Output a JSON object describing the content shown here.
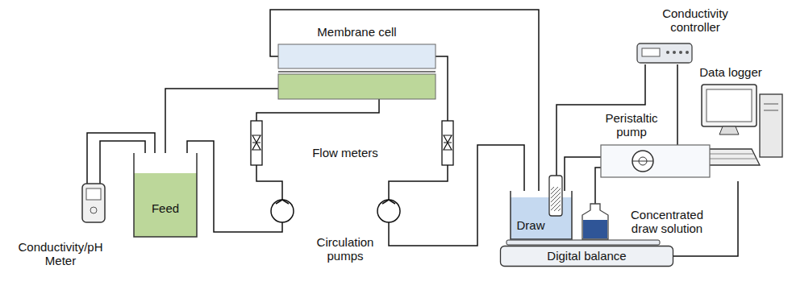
{
  "diagram": {
    "nodes": [
      {
        "text": [
          "Conductivity controller"
        ]
      },
      {
        "text": [
          "Membrane cell"
        ]
      },
      {
        "text": [
          "Data logger"
        ]
      },
      {
        "text": [
          "Peristaltic pump"
        ]
      },
      {
        "text": [
          "Feed"
        ]
      },
      {
        "text": [
          "Draw"
        ]
      },
      {
        "text": [
          "Concentrated draw solution"
        ]
      },
      {
        "text": [
          "Conductivity/pH Meter"
        ]
      },
      {
        "text": [
          "Digital balance"
        ]
      }
    ],
    "edges": [
      {
        "from": 4,
        "to": 1,
        "arrow": "none"
      },
      {
        "from": 1,
        "to": 4,
        "arrow": "none"
      },
      {
        "from": 5,
        "to": 1,
        "arrow": "none"
      },
      {
        "from": 1,
        "to": 5,
        "arrow": "none"
      },
      {
        "from": 0,
        "to": 5,
        "arrow": "none"
      },
      {
        "from": 0,
        "to": 3,
        "arrow": "none"
      },
      {
        "from": 3,
        "to": 5,
        "arrow": "none"
      },
      {
        "from": 3,
        "to": 6,
        "arrow": "none"
      },
      {
        "from": 8,
        "to": 2,
        "arrow": "none"
      },
      {
        "from": 7,
        "to": 4,
        "arrow": "none"
      },
      {
        "from": 7,
        "to": 4,
        "arrow": "none"
      }
    ],
    "labels": [
      "Flow meters",
      "Circulation pumps"
    ]
  }
}
